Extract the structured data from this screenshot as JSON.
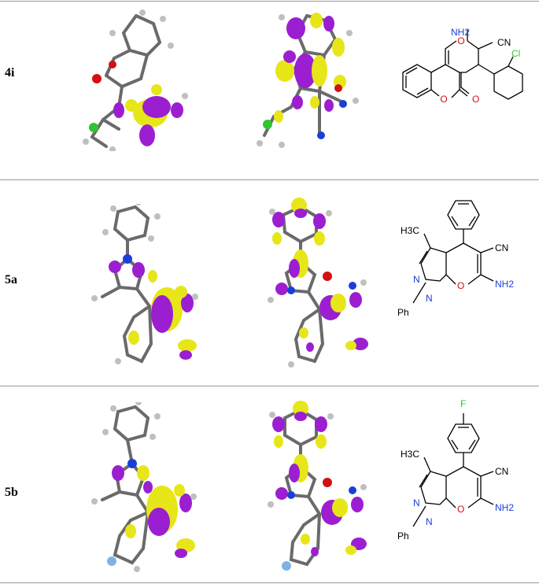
{
  "rows": [
    {
      "id": "4i",
      "struct": {
        "nh2": "NH2",
        "cn": "CN",
        "cl": "Cl",
        "o_ring": "O",
        "o_lac": "O",
        "o_carbonyl": "O"
      }
    },
    {
      "id": "5a",
      "struct": {
        "h3c": "H3C",
        "cn": "CN",
        "n1": "N",
        "n2": "N",
        "o": "O",
        "nh2": "NH2",
        "ph": "Ph"
      }
    },
    {
      "id": "5b",
      "struct": {
        "f": "F",
        "h3c": "H3C",
        "cn": "CN",
        "n1": "N",
        "n2": "N",
        "o": "O",
        "nh2": "NH2",
        "ph": "Ph"
      }
    }
  ],
  "colors": {
    "lobe_purple": "#9b1fd0",
    "lobe_yellow": "#e6e619",
    "atom_gray": "#5a5a5a",
    "nitrogen": "#1a3fd8",
    "oxygen": "#d41010",
    "chlorine": "#30c430",
    "fluorine": "#7fb3e6",
    "hetero_blue": "#1a3fd8"
  }
}
